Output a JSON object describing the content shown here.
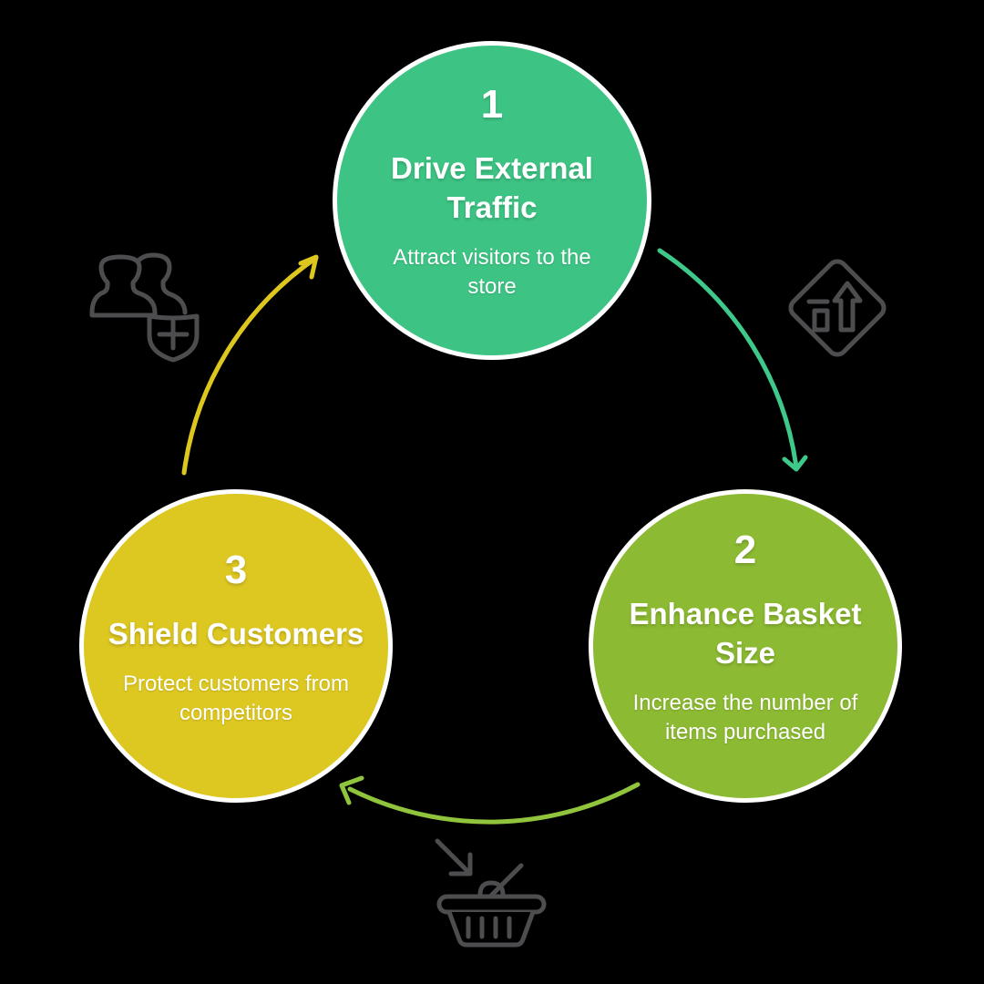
{
  "canvas": {
    "background": "#000000"
  },
  "steps": [
    {
      "number": "1",
      "title": "Drive External Traffic",
      "description": "Attract visitors to the store",
      "color": "#3dc484",
      "text_color": "#ffffff",
      "border_color": "#ffffff"
    },
    {
      "number": "2",
      "title": "Enhance Basket Size",
      "description": "Increase the number of items purchased",
      "color": "#8cba32",
      "text_color": "#ffffff",
      "border_color": "#ffffff"
    },
    {
      "number": "3",
      "title": "Shield Customers",
      "description": "Protect customers from competitors",
      "color": "#ddc721",
      "text_color": "#ffffff",
      "border_color": "#ffffff"
    }
  ],
  "arrows": [
    {
      "name": "arrow-step1-to-step2",
      "color": "#3ec98b"
    },
    {
      "name": "arrow-step2-to-step3",
      "color": "#8fc43c"
    },
    {
      "name": "arrow-step3-to-step1",
      "color": "#ddc71f"
    }
  ],
  "icons": [
    {
      "name": "customers-shield-plus-icon",
      "color": "#4d4d4f"
    },
    {
      "name": "traffic-lane-sign-icon",
      "color": "#4d4d4f"
    },
    {
      "name": "add-to-basket-icon",
      "color": "#4d4d4f"
    }
  ]
}
